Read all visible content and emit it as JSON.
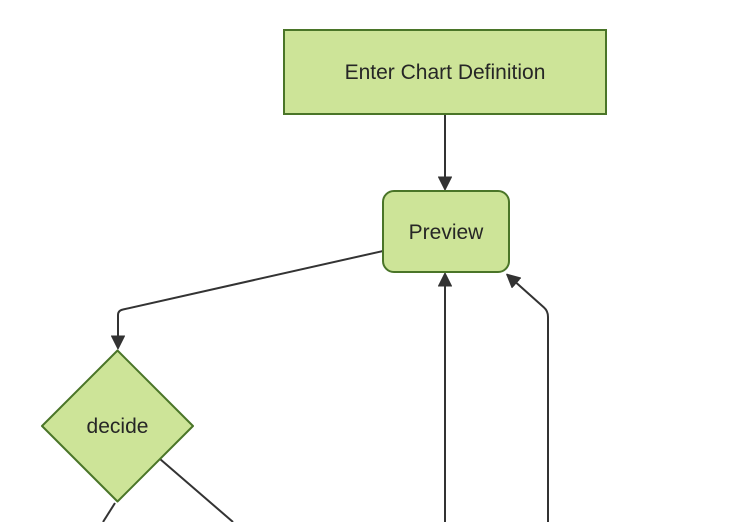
{
  "diagram": {
    "type": "flowchart",
    "theme": "forest",
    "background_color": "#ffffff",
    "node_fill_color": "#cde498",
    "node_border_color": "#4a7528",
    "edge_color": "#333333",
    "label_color": "#262626",
    "nodes": [
      {
        "id": "enter-chart-definition",
        "label": "Enter Chart Definition",
        "shape": "rectangle"
      },
      {
        "id": "preview",
        "label": "Preview",
        "shape": "rounded-rectangle"
      },
      {
        "id": "decide",
        "label": "decide",
        "shape": "diamond"
      }
    ],
    "edges": [
      {
        "from": "enter-chart-definition",
        "to": "preview",
        "arrowhead": true
      },
      {
        "from": "preview",
        "to": "decide",
        "arrowhead": true
      },
      {
        "from": "offscreen-bottom",
        "to": "preview",
        "arrowhead": true
      },
      {
        "from": "offscreen-bottom-right",
        "to": "preview",
        "arrowhead": true
      },
      {
        "from": "decide",
        "to": "offscreen-bottom-left",
        "arrowhead": false
      },
      {
        "from": "decide",
        "to": "offscreen-bottom-right",
        "arrowhead": false
      }
    ]
  }
}
